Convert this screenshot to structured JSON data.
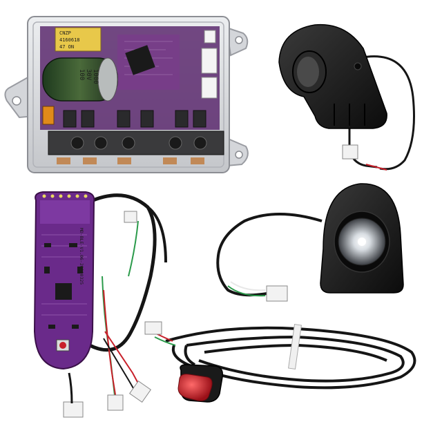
{
  "photo": {
    "background": "#ffffff",
    "colors": {
      "pcb_purple": "#6a2a8a",
      "pcb_purple_light": "#8a44b0",
      "housing_clear": "#d8d8dc",
      "rubber_black": "#151515",
      "wire_red": "#c8202a",
      "wire_green": "#2a9a4a",
      "tail_light_red": "#d8202a"
    },
    "controller": {
      "capacitor_markings": [
        "CNZP",
        "4160618",
        "47 ON"
      ],
      "cap_side_markings": [
        "1000",
        "30V",
        "100"
      ]
    },
    "dashboard_board": {
      "silkscreen": "MD-BLE-V1.06-20180325"
    }
  }
}
